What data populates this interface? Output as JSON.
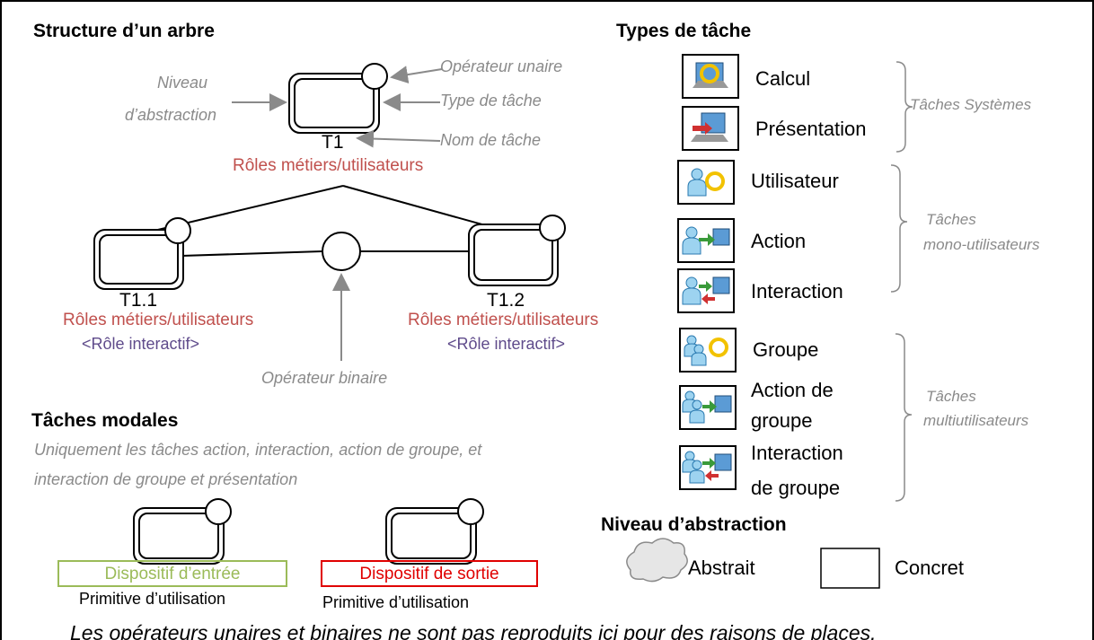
{
  "structure": {
    "title": "Structure d’un arbre",
    "annotations": {
      "unary_operator": "Opérateur unaire",
      "abstraction_level_1": "Niveau",
      "abstraction_level_2": "d’abstraction",
      "task_type": "Type de tâche",
      "task_name": "Nom de tâche",
      "binary_operator": "Opérateur binaire"
    },
    "root": {
      "name": "T1",
      "roles": "Rôles métiers/utilisateurs"
    },
    "children": [
      {
        "name": "T1.1",
        "roles": "Rôles métiers/utilisateurs",
        "interactive_role": "<Rôle interactif>"
      },
      {
        "name": "T1.2",
        "roles": "Rôles métiers/utilisateurs",
        "interactive_role": "<Rôle interactif>"
      }
    ]
  },
  "modal": {
    "title": "Tâches modales",
    "description_1": "Uniquement les tâches action,  interaction, action de groupe, et",
    "description_2": "interaction de groupe et présentation",
    "input_device": "Dispositif d’entrée",
    "output_device": "Dispositif de sortie",
    "primitive": "Primitive d’utilisation",
    "input_color": "#9bbb59",
    "output_color": "#e00000"
  },
  "task_types": {
    "title": "Types de tâche",
    "items": [
      {
        "label": "Calcul",
        "icon": "calcul-icon"
      },
      {
        "label": "Présentation",
        "icon": "presentation-icon"
      },
      {
        "label": "Utilisateur",
        "icon": "user-icon"
      },
      {
        "label": "Action",
        "icon": "user-action-icon"
      },
      {
        "label": "Interaction",
        "icon": "user-interaction-icon"
      },
      {
        "label": "Groupe",
        "icon": "group-icon"
      },
      {
        "label_1": "Action de",
        "label_2": "groupe",
        "icon": "group-action-icon"
      },
      {
        "label_1": "Interaction",
        "label_2": "de groupe",
        "icon": "group-interaction-icon"
      }
    ],
    "groups": {
      "system": "Tâches Systèmes",
      "mono_1": "Tâches",
      "mono_2": "mono-utilisateurs",
      "multi_1": "Tâches",
      "multi_2": "multiutilisateurs"
    }
  },
  "abstraction": {
    "title": "Niveau d’abstraction",
    "abstract": "Abstrait",
    "concrete": "Concret"
  },
  "footer": "Les opérateurs unaires et binaires ne sont pas reproduits ici pour des raisons de places."
}
